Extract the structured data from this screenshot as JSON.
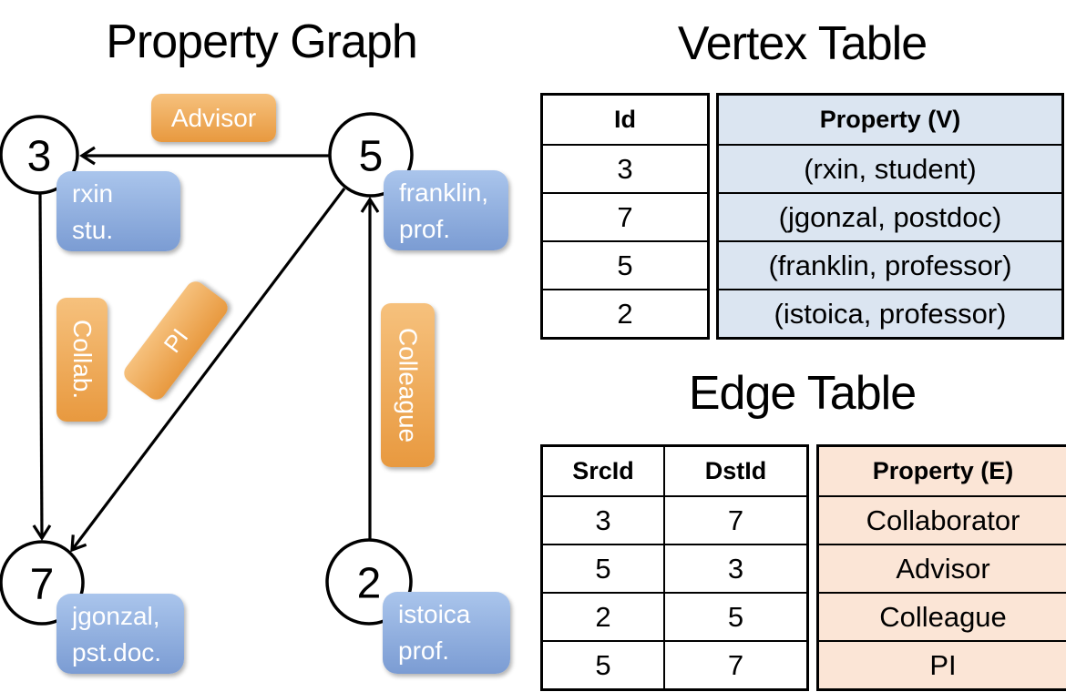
{
  "graph": {
    "title": "Property Graph",
    "nodes": [
      {
        "label": "3",
        "props": [
          "rxin",
          "stu."
        ]
      },
      {
        "label": "5",
        "props": [
          "franklin,",
          "prof."
        ]
      },
      {
        "label": "7",
        "props": [
          "jgonzal,",
          "pst.doc."
        ]
      },
      {
        "label": "2",
        "props": [
          "istoica",
          "prof."
        ]
      }
    ],
    "edge_labels": {
      "advisor": "Advisor",
      "collab": "Collab.",
      "pi": "PI",
      "colleague": "Colleague"
    }
  },
  "vertex_table": {
    "title": "Vertex Table",
    "columns": [
      "Id",
      "Property (V)"
    ],
    "rows": [
      [
        "3",
        "(rxin, student)"
      ],
      [
        "7",
        "(jgonzal, postdoc)"
      ],
      [
        "5",
        "(franklin, professor)"
      ],
      [
        "2",
        "(istoica, professor)"
      ]
    ]
  },
  "edge_table": {
    "title": "Edge Table",
    "columns": [
      "SrcId",
      "DstId",
      "Property (E)"
    ],
    "rows": [
      [
        "3",
        "7",
        "Collaborator"
      ],
      [
        "5",
        "3",
        "Advisor"
      ],
      [
        "2",
        "5",
        "Colleague"
      ],
      [
        "5",
        "7",
        "PI"
      ]
    ]
  },
  "colors": {
    "edge_label_orange_light": "#f6c17d",
    "edge_label_orange_dark": "#e8993f",
    "vertex_box_blue_light": "#aac5ec",
    "vertex_box_blue_dark": "#7b9cd3",
    "vertex_table_cell_bg": "#dbe5f1",
    "edge_table_cell_bg": "#fbe5d6",
    "line_color": "#000000"
  }
}
